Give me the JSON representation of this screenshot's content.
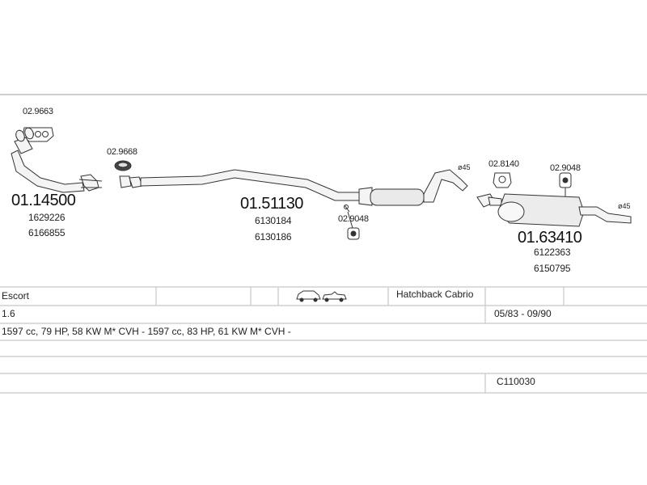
{
  "parts": {
    "front_pipe": {
      "code": "01.14500",
      "refs": [
        "1629226",
        "6166855"
      ]
    },
    "middle_pipe": {
      "code": "01.51130",
      "refs": [
        "6130184",
        "6130186"
      ]
    },
    "rear_silencer": {
      "code": "01.63410",
      "refs": [
        "6122363",
        "6150795"
      ]
    }
  },
  "accessories": {
    "gasket_front": "02.9663",
    "clamp_ring": "02.9668",
    "hanger_mid": "02.9048",
    "clamp_rear": "02.8140",
    "hanger_rear": "02.9048"
  },
  "diameters": {
    "mid_outlet": "ø45",
    "tail": "ø45"
  },
  "info_table": {
    "model": "Escort",
    "body_types": "Hatchback Cabrio",
    "engine_size": "1.6",
    "years": "05/83 - 09/90",
    "engine_desc": "1597 cc, 79 HP, 58 KW M* CVH - 1597 cc, 83 HP, 61 KW M* CVH -",
    "catalog_code": "C110030"
  }
}
